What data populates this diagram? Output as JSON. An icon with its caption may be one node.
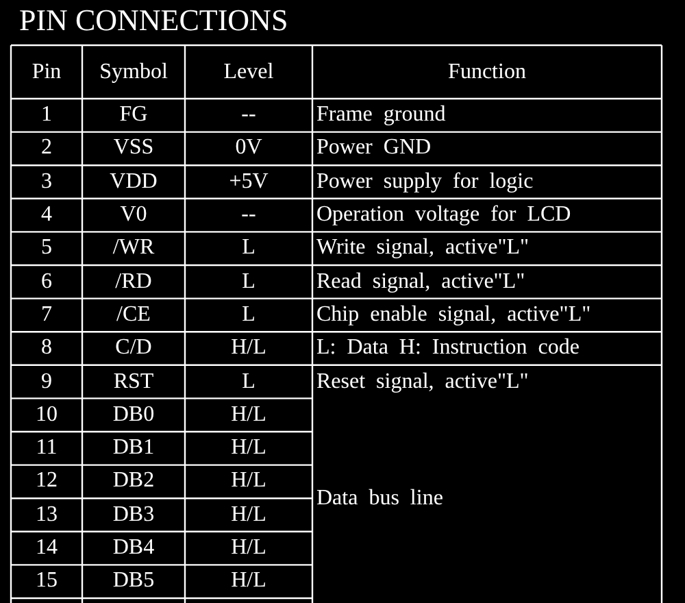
{
  "diagram": {
    "title": "PIN CONNECTIONS",
    "labels": [
      "Pin",
      "Symbol",
      "Level",
      "Function",
      "1",
      "FG",
      "--",
      "Frame ground",
      "2",
      "VSS",
      "0V",
      "Power GND",
      "3",
      "VDD",
      "+5V",
      "Power supply for logic",
      "4",
      "V0",
      "--",
      "Operation voltage for LCD",
      "5",
      "/WR",
      "L",
      "Write signal, active\"L\"",
      "6",
      "/RD",
      "L",
      "Read signal, active\"L\"",
      "7",
      "/CE",
      "L",
      "Chip enable signal, active\"L\"",
      "8",
      "C/D",
      "H/L",
      "L: Data H: Instruction code",
      "9",
      "RST",
      "L",
      "Reset signal, active\"L\"",
      "10",
      "DB0",
      "H/L",
      "11",
      "DB1",
      "H/L",
      "12",
      "DB2",
      "H/L",
      "13",
      "DB3",
      "H/L",
      "14",
      "DB4",
      "H/L",
      "15",
      "DB5",
      "H/L",
      "Data bus line"
    ]
  }
}
